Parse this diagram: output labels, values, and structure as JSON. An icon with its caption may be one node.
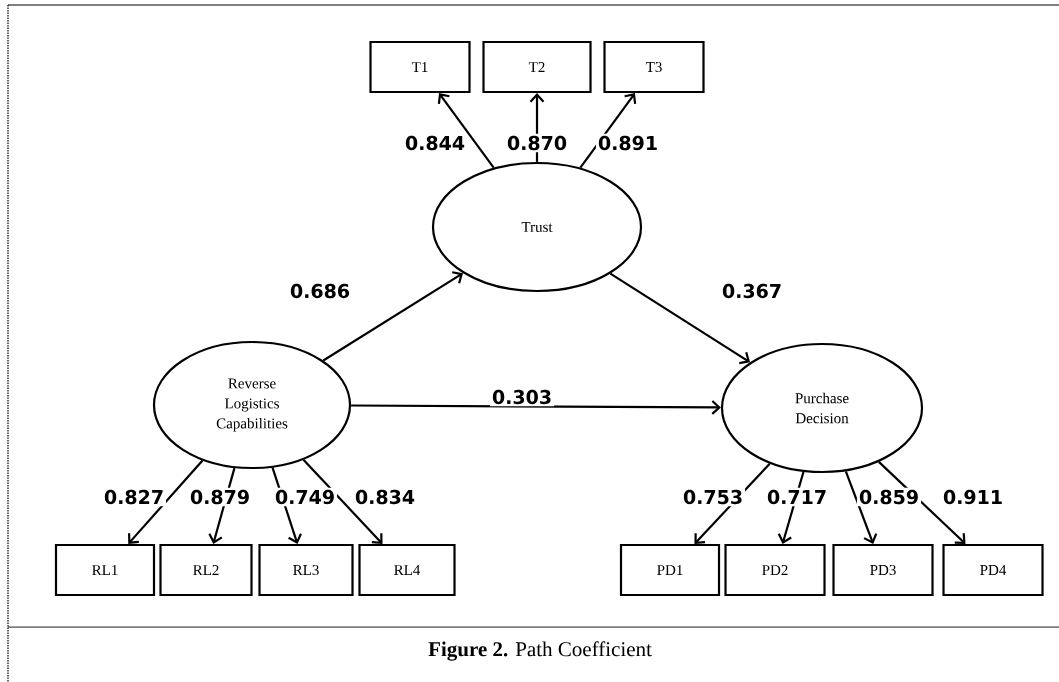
{
  "diagram": {
    "caption": "**Figure 2.** Path Coefficient",
    "nodes": [
      {
        "text": [
          "Trust"
        ]
      },
      {
        "text": [
          "T1"
        ]
      },
      {
        "text": [
          "T2"
        ]
      },
      {
        "text": [
          "T3"
        ]
      },
      {
        "text": [
          "Reverse Logistics Capabilities"
        ]
      },
      {
        "text": [
          "Purchase Decision"
        ]
      },
      {
        "text": [
          "RL1"
        ]
      },
      {
        "text": [
          "RL2"
        ]
      },
      {
        "text": [
          "RL3"
        ]
      },
      {
        "text": [
          "RL4"
        ]
      },
      {
        "text": [
          "PD1"
        ]
      },
      {
        "text": [
          "PD2"
        ]
      },
      {
        "text": [
          "PD3"
        ]
      },
      {
        "text": [
          "PD4"
        ]
      }
    ],
    "edges": [
      {
        "from": 0,
        "to": 1,
        "arrow": "to",
        "label": "0.844"
      },
      {
        "from": 0,
        "to": 2,
        "arrow": "to",
        "label": "0.870"
      },
      {
        "from": 0,
        "to": 3,
        "arrow": "to",
        "label": "0.891"
      },
      {
        "from": 4,
        "to": 0,
        "arrow": "to",
        "label": "0.686"
      },
      {
        "from": 0,
        "to": 5,
        "arrow": "to",
        "label": "0.367"
      },
      {
        "from": 4,
        "to": 5,
        "arrow": "to",
        "label": "0.303"
      },
      {
        "from": 4,
        "to": 6,
        "arrow": "to",
        "label": "0.827"
      },
      {
        "from": 4,
        "to": 7,
        "arrow": "to",
        "label": "0.879"
      },
      {
        "from": 4,
        "to": 8,
        "arrow": "to",
        "label": "0.749"
      },
      {
        "from": 4,
        "to": 9,
        "arrow": "to",
        "label": "0.834"
      },
      {
        "from": 5,
        "to": 10,
        "arrow": "to",
        "label": "0.753"
      },
      {
        "from": 5,
        "to": 11,
        "arrow": "to",
        "label": "0.717"
      },
      {
        "from": 5,
        "to": 12,
        "arrow": "to",
        "label": "0.859"
      },
      {
        "from": 5,
        "to": 13,
        "arrow": "to",
        "label": "0.911"
      }
    ]
  }
}
